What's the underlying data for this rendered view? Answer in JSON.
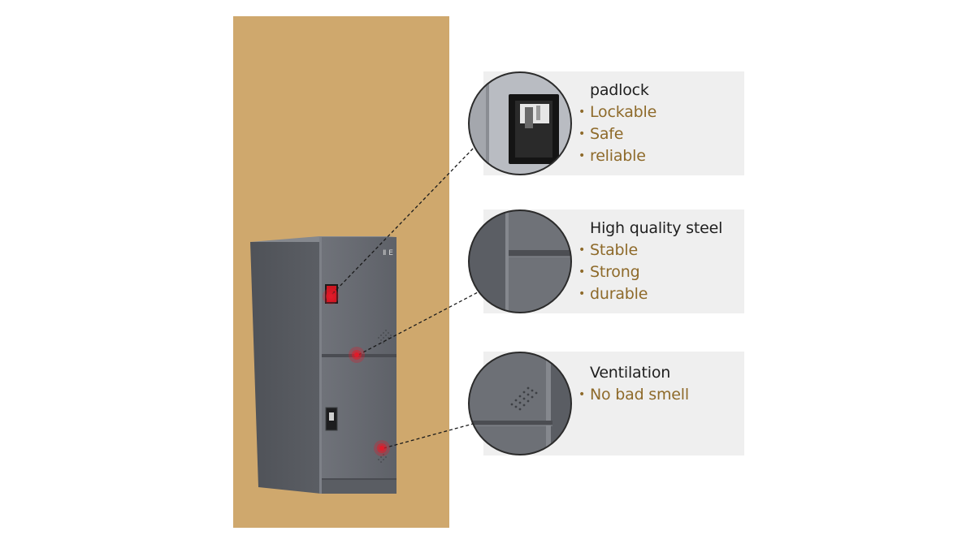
{
  "colors": {
    "wall": "#cfa86d",
    "panel": "#efefef",
    "title_text": "#1f1f1f",
    "bullet_text": "#8e6a2a",
    "cabinet": "#6b6e74",
    "hotspot": "#e01b2a"
  },
  "features": [
    {
      "title": "padlock",
      "icon": "padlock-closeup",
      "bullets": [
        "Lockable",
        "Safe",
        "reliable"
      ]
    },
    {
      "title": "High quality steel",
      "icon": "steel-door-closeup",
      "bullets": [
        "Stable",
        "Strong",
        "durable"
      ]
    },
    {
      "title": "Ventilation",
      "icon": "vent-holes-closeup",
      "bullets": [
        "No bad smell"
      ]
    }
  ],
  "cabinet": {
    "brand_mark": "Ⅱ E"
  }
}
